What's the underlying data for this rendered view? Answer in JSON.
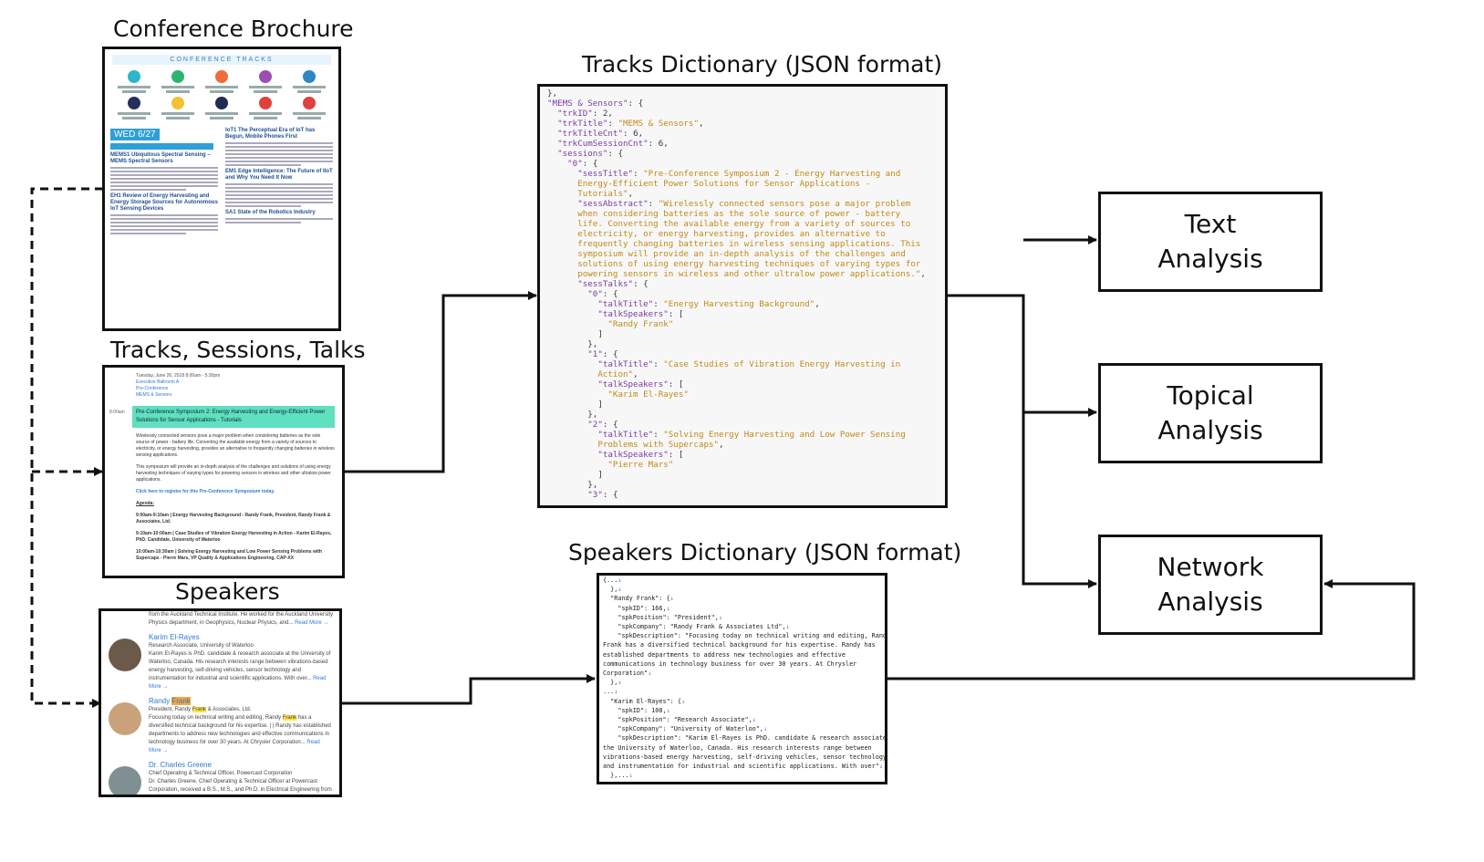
{
  "titles": {
    "brochure": "Conference Brochure",
    "tracks_sessions": "Tracks, Sessions, Talks",
    "speakers": "Speakers",
    "tracks_dict": "Tracks Dictionary (JSON format)",
    "speakers_dict": "Speakers Dictionary (JSON format)"
  },
  "analysis": {
    "text": [
      "Text",
      "Analysis"
    ],
    "topical": [
      "Topical",
      "Analysis"
    ],
    "network": [
      "Network",
      "Analysis"
    ]
  },
  "brochure": {
    "header": "CONFERENCE TRACKS",
    "day": "WED 6/27",
    "sessions": [
      "MEMS1 Ubiquitous Spectral Sensing – MEMS Spectral Sensors",
      "EH1 Review of Energy Harvesting and Energy Storage Sources for Autonomous IoT Sensing Devices",
      "IoT1 The Perceptual Era of IoT has Begun, Mobile Phones First",
      "EM1 Edge Intelligence: The Future of IIoT and Why You Need It Now",
      "SA1 State of the Robotics Industry"
    ]
  },
  "tracks_page": {
    "meta": [
      "Tuesday, June 26, 2018 8:00am - 5:30pm",
      "Executive Ballroom A",
      "Pre-Conference",
      "MEMS & Sensors"
    ],
    "time": "8:00am",
    "session_title": "Pre-Conference Symposium 2: Energy Harvesting and Energy-Efficient Power Solutions for Sensor Applications - Tutorials",
    "para1": "Wirelessly connected sensors pose a major problem when considering batteries as the sole source of power - battery life. Converting the available energy from a variety of sources to electricity, or energy harvesting, provides an alternative to frequently changing batteries in wireless sensing applications.",
    "para2": "This symposium will provide an in-depth analysis of the challenges and solutions of using energy harvesting techniques of varying types for powering sensors in wireless and other ultralow power applications.",
    "register": "Click here to register for this Pre-Conference Symposium today.",
    "agenda": "Agenda:",
    "items": [
      "9:00am-9:10am | Energy Harvesting Background - Randy Frank, President, Randy Frank & Associates, Ltd.",
      "9:10am-10:00am | Case Studies of Vibration Energy Harvesting in Action - Karim El-Rayes, PhD. Candidate, University of Waterloo",
      "10:00am-10:30am | Solving Energy Harvesting and Low Power Sensing Problems with Supercaps - Pierre Mars, VP Quality & Applications Engineering, CAP-XX"
    ]
  },
  "speakers_page": {
    "top": "from the Auckland Technical Institute. He worked for the Auckland University Physics department, in Geophysics, Nuclear Physics, and...",
    "read_more": "Read More →",
    "people": [
      {
        "name": "Karim El-Rayes",
        "role": "Research Associate, University of Waterloo",
        "bio": "Karim El-Rayes is PhD. candidate & research associate at the University of Waterloo, Canada. His research interests range between vibrations-based energy harvesting, self-driving vehicles, sensor technology and instrumentation for industrial and scientific applications. With over...",
        "avatar_color": "#6b5a4a"
      },
      {
        "name_first": "Randy",
        "name_last": "Frank",
        "role_pre": "President, Randy",
        "role_hl": "Frank",
        "role_post": "& Associates, Ltd.",
        "bio_pre": "Focusing today on technical writing and editing, Randy",
        "bio_hl": "Frank",
        "bio_post": "has a diversified technical background for his expertise. | | Randy has established departments to address new technologies and effective communications in technology business for over 30 years. At Chrysler Corporation...",
        "avatar_color": "#c9a27c"
      },
      {
        "name": "Dr. Charles Greene",
        "role": "Chief Operating & Technical Officer, Powercast Corporation",
        "bio": "Dr. Charles Greene, Chief Operating & Technical Officer at Powercast Corporation, received a B.S., M.S., and Ph.D. in Electrical Engineering from the",
        "avatar_color": "#7f8f93"
      }
    ]
  },
  "tracks_json": [
    [
      [
        "p",
        "},"
      ]
    ],
    [
      [
        "k",
        "\"MEMS & Sensors\""
      ],
      [
        "p",
        ": {"
      ]
    ],
    [
      [
        "p",
        "  "
      ],
      [
        "k",
        "\"trkID\""
      ],
      [
        "p",
        ": 2,"
      ]
    ],
    [
      [
        "p",
        "  "
      ],
      [
        "k",
        "\"trkTitle\""
      ],
      [
        "p",
        ": "
      ],
      [
        "v",
        "\"MEMS & Sensors\""
      ],
      [
        "p",
        ","
      ]
    ],
    [
      [
        "p",
        "  "
      ],
      [
        "k",
        "\"trkTitleCnt\""
      ],
      [
        "p",
        ": 6,"
      ]
    ],
    [
      [
        "p",
        "  "
      ],
      [
        "k",
        "\"trkCumSessionCnt\""
      ],
      [
        "p",
        ": 6,"
      ]
    ],
    [
      [
        "p",
        "  "
      ],
      [
        "k",
        "\"sessions\""
      ],
      [
        "p",
        ": {"
      ]
    ],
    [
      [
        "p",
        "    "
      ],
      [
        "k",
        "\"0\""
      ],
      [
        "p",
        ": {"
      ]
    ],
    [
      [
        "p",
        "      "
      ],
      [
        "k",
        "\"sessTitle\""
      ],
      [
        "p",
        ": "
      ],
      [
        "v",
        "\"Pre-Conference Symposium 2 - Energy Harvesting and"
      ]
    ],
    [
      [
        "v",
        "      Energy-Efficient Power Solutions for Sensor Applications -"
      ]
    ],
    [
      [
        "v",
        "      Tutorials\""
      ],
      [
        "p",
        ","
      ]
    ],
    [
      [
        "p",
        "      "
      ],
      [
        "k",
        "\"sessAbstract\""
      ],
      [
        "p",
        ": "
      ],
      [
        "v",
        "\"Wirelessly connected sensors pose a major problem"
      ]
    ],
    [
      [
        "v",
        "      when considering batteries as the sole source of power - battery"
      ]
    ],
    [
      [
        "v",
        "      life. Converting the available energy from a variety of sources to"
      ]
    ],
    [
      [
        "v",
        "      electricity, or energy harvesting, provides an alternative to"
      ]
    ],
    [
      [
        "v",
        "      frequently changing batteries in wireless sensing applications. This"
      ]
    ],
    [
      [
        "v",
        "      symposium will provide an in-depth analysis of the challenges and"
      ]
    ],
    [
      [
        "v",
        "      solutions of using energy harvesting techniques of varying types for"
      ]
    ],
    [
      [
        "v",
        "      powering sensors in wireless and other ultralow power applications.\""
      ],
      [
        "p",
        ","
      ]
    ],
    [
      [
        "p",
        "      "
      ],
      [
        "k",
        "\"sessTalks\""
      ],
      [
        "p",
        ": {"
      ]
    ],
    [
      [
        "p",
        "        "
      ],
      [
        "k",
        "\"0\""
      ],
      [
        "p",
        ": {"
      ]
    ],
    [
      [
        "p",
        "          "
      ],
      [
        "k",
        "\"talkTitle\""
      ],
      [
        "p",
        ": "
      ],
      [
        "v",
        "\"Energy Harvesting Background\""
      ],
      [
        "p",
        ","
      ]
    ],
    [
      [
        "p",
        "          "
      ],
      [
        "k",
        "\"talkSpeakers\""
      ],
      [
        "p",
        ": ["
      ]
    ],
    [
      [
        "v",
        "            \"Randy Frank\""
      ]
    ],
    [
      [
        "p",
        "          ]"
      ]
    ],
    [
      [
        "p",
        "        },"
      ]
    ],
    [
      [
        "p",
        "        "
      ],
      [
        "k",
        "\"1\""
      ],
      [
        "p",
        ": {"
      ]
    ],
    [
      [
        "p",
        "          "
      ],
      [
        "k",
        "\"talkTitle\""
      ],
      [
        "p",
        ": "
      ],
      [
        "v",
        "\"Case Studies of Vibration Energy Harvesting in"
      ]
    ],
    [
      [
        "v",
        "          Action\""
      ],
      [
        "p",
        ","
      ]
    ],
    [
      [
        "p",
        "          "
      ],
      [
        "k",
        "\"talkSpeakers\""
      ],
      [
        "p",
        ": ["
      ]
    ],
    [
      [
        "v",
        "            \"Karim El-Rayes\""
      ]
    ],
    [
      [
        "p",
        "          ]"
      ]
    ],
    [
      [
        "p",
        "        },"
      ]
    ],
    [
      [
        "p",
        "        "
      ],
      [
        "k",
        "\"2\""
      ],
      [
        "p",
        ": {"
      ]
    ],
    [
      [
        "p",
        "          "
      ],
      [
        "k",
        "\"talkTitle\""
      ],
      [
        "p",
        ": "
      ],
      [
        "v",
        "\"Solving Energy Harvesting and Low Power Sensing"
      ]
    ],
    [
      [
        "v",
        "          Problems with Supercaps\""
      ],
      [
        "p",
        ","
      ]
    ],
    [
      [
        "p",
        "          "
      ],
      [
        "k",
        "\"talkSpeakers\""
      ],
      [
        "p",
        ": ["
      ]
    ],
    [
      [
        "v",
        "            \"Pierre Mars\""
      ]
    ],
    [
      [
        "p",
        "          ]"
      ]
    ],
    [
      [
        "p",
        "        },"
      ]
    ],
    [
      [
        "p",
        "        "
      ],
      [
        "k",
        "\"3\""
      ],
      [
        "p",
        ": {"
      ]
    ]
  ],
  "speakers_json": [
    "{...↓",
    "  },↓",
    "  \"Randy Frank\": {↓",
    "    \"spkID\": 166,↓",
    "    \"spkPosition\": \"President\",↓",
    "    \"spkCompany\": \"Randy Frank & Associates Ltd\",↓",
    "    \"spkDescription\": \"Focusing today on technical writing and editing, Randy",
    "Frank has a diversified technical background for his expertise. Randy has",
    "established departments to address new technologies and effective",
    "communications in technology business for over 30 years. At Chrysler",
    "Corporation\"↓",
    "  },↓",
    "...↓",
    "  \"Karim El-Rayes\": {↓",
    "    \"spkID\": 108,↓",
    "    \"spkPosition\": \"Research Associate\",↓",
    "    \"spkCompany\": \"University of Waterloo\",↓",
    "    \"spkDescription\": \"Karim El-Rayes is PhD. candidate & research associate at",
    "the University of Waterloo, Canada. His research interests range between",
    "vibrations-based energy harvesting, self-driving vehicles, sensor technology",
    "and instrumentation for industrial and scientific applications. With over\"↓",
    "  },...↓"
  ]
}
